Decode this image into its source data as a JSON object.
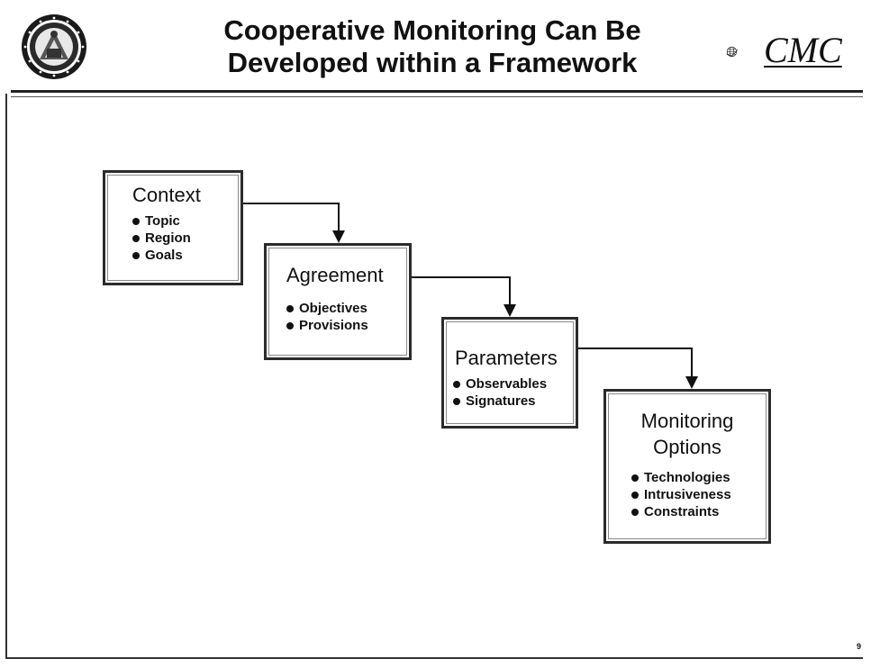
{
  "header": {
    "title_line1": "Cooperative Monitoring Can Be",
    "title_line2": "Developed within a Framework",
    "logo_text": "CMC",
    "seal_icon": "department-seal-icon",
    "globe_icon": "globe-icon"
  },
  "diagram": {
    "boxes": [
      {
        "heading": "Context",
        "items": [
          "Topic",
          "Region",
          "Goals"
        ]
      },
      {
        "heading": "Agreement",
        "items": [
          "Objectives",
          "Provisions"
        ]
      },
      {
        "heading": "Parameters",
        "items": [
          "Observables",
          "Signatures"
        ]
      },
      {
        "heading_line1": "Monitoring",
        "heading_line2": "Options",
        "items": [
          "Technologies",
          "Intrusiveness",
          "Constraints"
        ]
      }
    ]
  },
  "footer": {
    "page_number": "9"
  },
  "colors": {
    "ink": "#111111",
    "background": "#ffffff"
  }
}
